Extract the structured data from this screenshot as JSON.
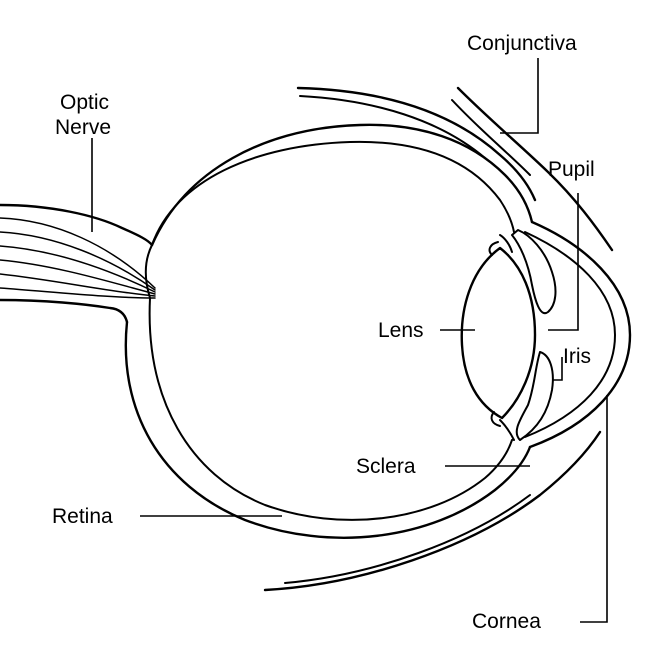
{
  "labels": {
    "conjunctiva": "Conjunctiva",
    "optic_nerve_line1": "Optic",
    "optic_nerve_line2": "Nerve",
    "pupil": "Pupil",
    "lens": "Lens",
    "iris": "Iris",
    "sclera": "Sclera",
    "retina": "Retina",
    "cornea": "Cornea"
  },
  "colors": {
    "line": "#000000",
    "background": "#ffffff"
  }
}
